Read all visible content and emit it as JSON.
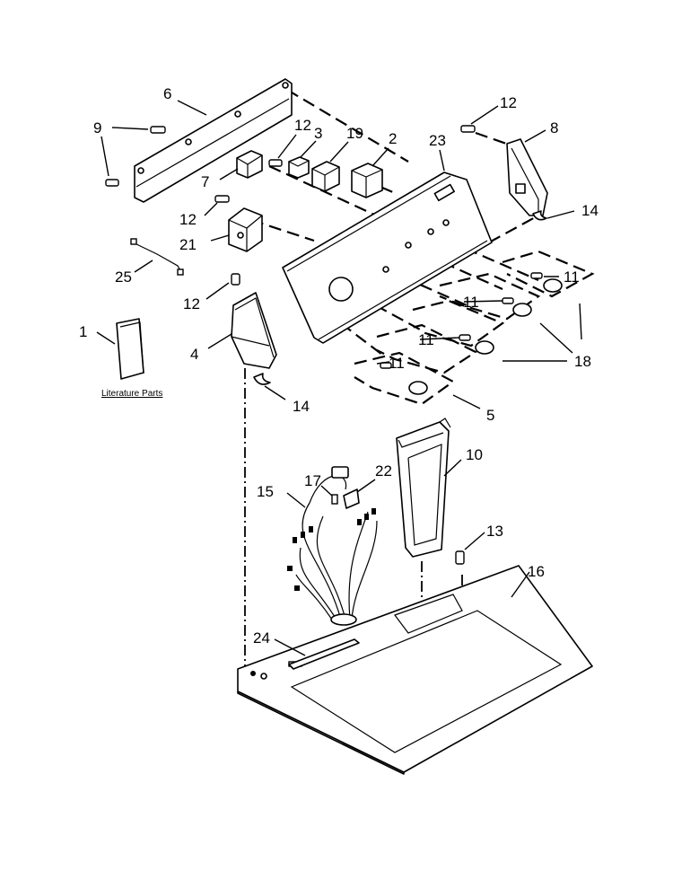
{
  "callouts": {
    "c1": "1",
    "c2": "2",
    "c3": "3",
    "c4": "4",
    "c5": "5",
    "c6": "6",
    "c7": "7",
    "c8": "8",
    "c9": "9",
    "c10": "10",
    "c11a": "11",
    "c11b": "11",
    "c11c": "11",
    "c11d": "11",
    "c12a": "12",
    "c12b": "12",
    "c12c": "12",
    "c12d": "12",
    "c13": "13",
    "c14a": "14",
    "c14b": "14",
    "c15": "15",
    "c16": "16",
    "c17": "17",
    "c18": "18",
    "c19": "19",
    "c21": "21",
    "c22": "22",
    "c23": "23",
    "c24": "24",
    "c25": "25"
  },
  "literature_label": "Literature Parts"
}
